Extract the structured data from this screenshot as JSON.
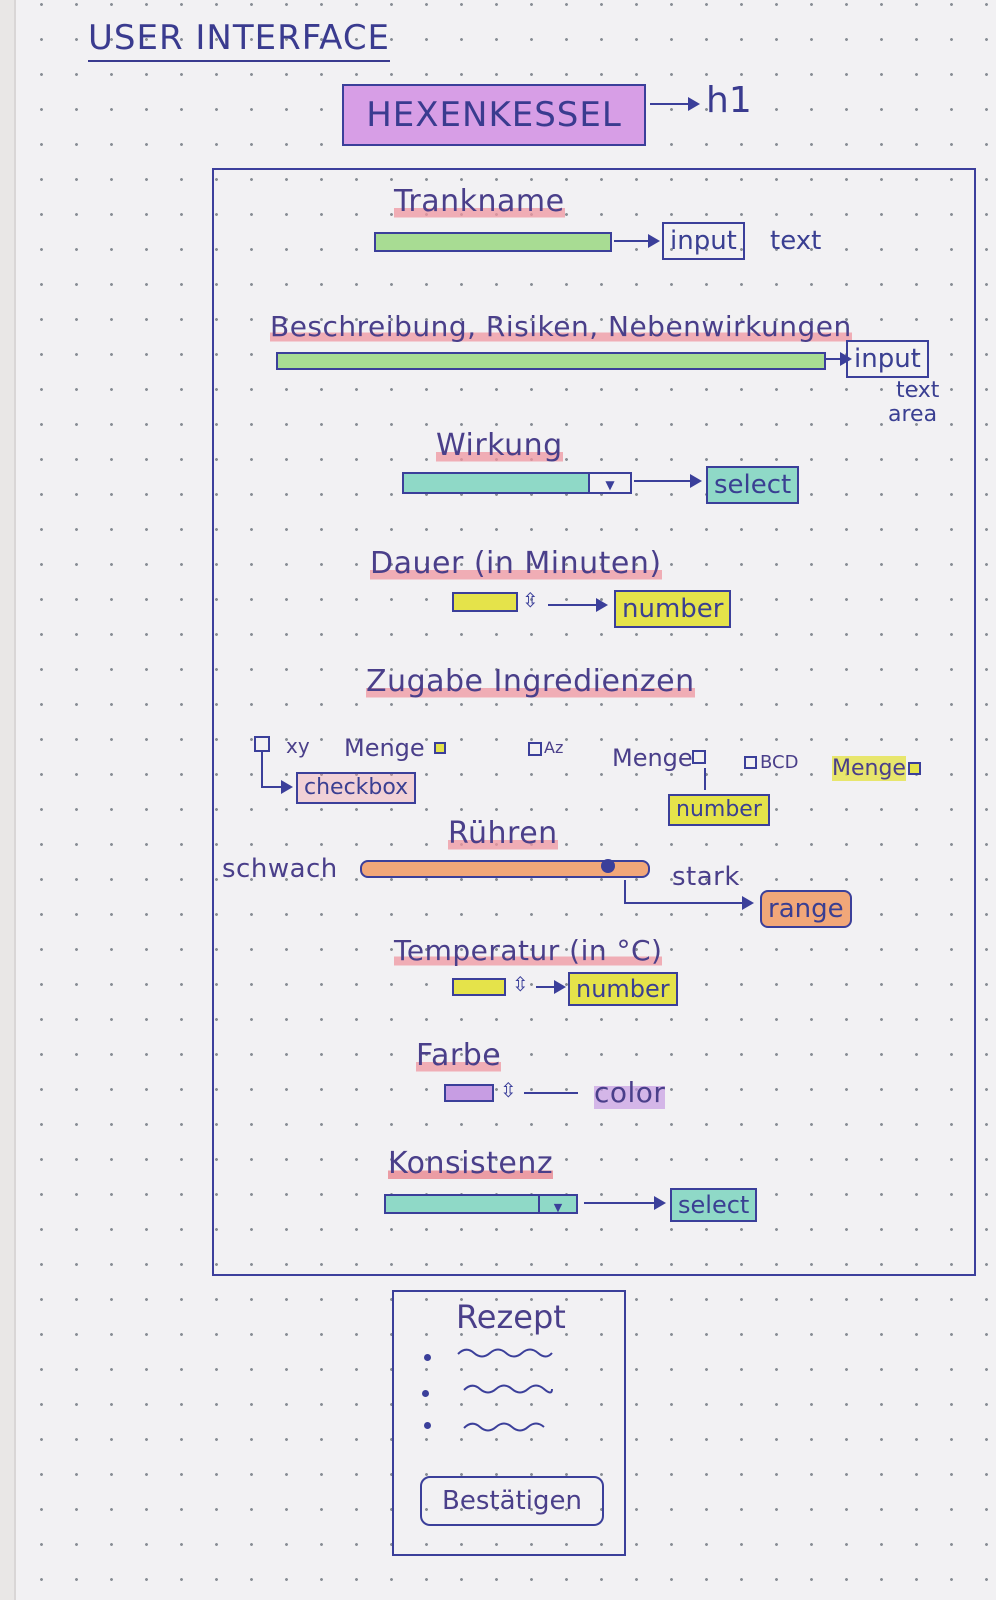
{
  "header": {
    "title": "USER INTERFACE"
  },
  "h1": {
    "text": "HEXENKESSEL",
    "tag": "h1",
    "color": "#d79ee6"
  },
  "form": {
    "name": {
      "label": "Trankname",
      "type_tag": "input",
      "type_note": "text",
      "fill": "#a8dc93"
    },
    "description": {
      "label": "Beschreibung, Risiken, Nebenwirkungen",
      "type_tag": "input",
      "type_note_1": "text",
      "type_note_2": "area",
      "fill": "#a8dc93"
    },
    "effect": {
      "label": "Wirkung",
      "type_tag": "select",
      "caret": "▼",
      "fill": "#8fd9c7"
    },
    "duration": {
      "label": "Dauer (in Minuten)",
      "type_tag": "number",
      "spinner": "⇳",
      "fill": "#e5e34a"
    },
    "ingredients": {
      "label": "Zugabe Ingredienzen",
      "items": [
        {
          "name": "xy",
          "amount_label": "Menge"
        },
        {
          "name": "Az",
          "amount_label": ""
        },
        {
          "name": "",
          "amount_label": "Menge"
        },
        {
          "name": "BCD",
          "amount_label": "Menge"
        }
      ],
      "checkbox_tag": "checkbox",
      "number_tag": "number"
    },
    "stirring": {
      "label": "Rühren",
      "min_label": "schwach",
      "max_label": "stark",
      "type_tag": "range",
      "value_fraction": 0.88,
      "fill": "#f1a779"
    },
    "temperature": {
      "label": "Temperatur (in °C)",
      "type_tag": "number",
      "spinner": "⇳",
      "fill": "#e5e34a"
    },
    "color": {
      "label": "Farbe",
      "type_note": "color",
      "spinner": "⇳",
      "fill": "#c79de3"
    },
    "consistency": {
      "label": "Konsistenz",
      "type_tag": "select",
      "caret": "▼",
      "fill": "#8fd9c7"
    }
  },
  "recipe": {
    "title": "Rezept",
    "items": [
      "",
      "",
      ""
    ],
    "confirm_label": "Bestätigen"
  },
  "colors": {
    "ink": "#3b3f9a",
    "pink": "#f096a0",
    "yellow": "#e5e34a",
    "green": "#a8dc93",
    "teal": "#8fd9c7",
    "orange": "#f1a779",
    "purple": "#c79de3"
  }
}
